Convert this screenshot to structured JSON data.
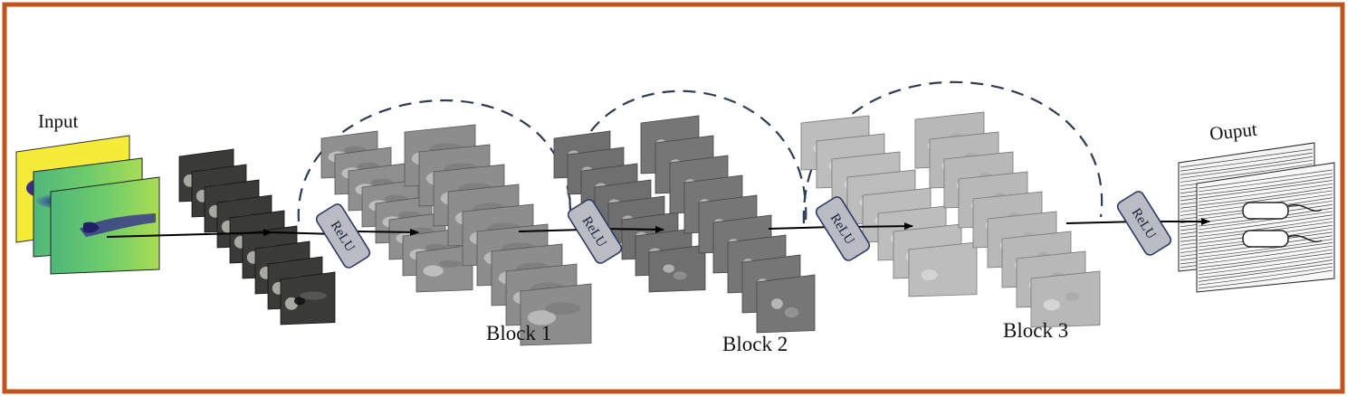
{
  "labels": {
    "input": "Input",
    "output": "Ouput",
    "relu": "ReLU",
    "blocks": [
      "Block 1",
      "Block 2",
      "Block 3"
    ]
  },
  "colors": {
    "frame_border": "#c0541f",
    "skip_arc": "#2e3b55",
    "relu_fill": "#b9bcc2",
    "relu_stroke": "#2d3a66",
    "arrow": "#000000",
    "input_top": "#f4ec38",
    "input_field": "#58c472",
    "input_wake": "#3b2f86"
  },
  "icons": {
    "input_stack": "flow-field-input-stack-icon",
    "feature_maps": "feature-map-stack-icon",
    "output_stack": "streamline-output-stack-icon"
  }
}
